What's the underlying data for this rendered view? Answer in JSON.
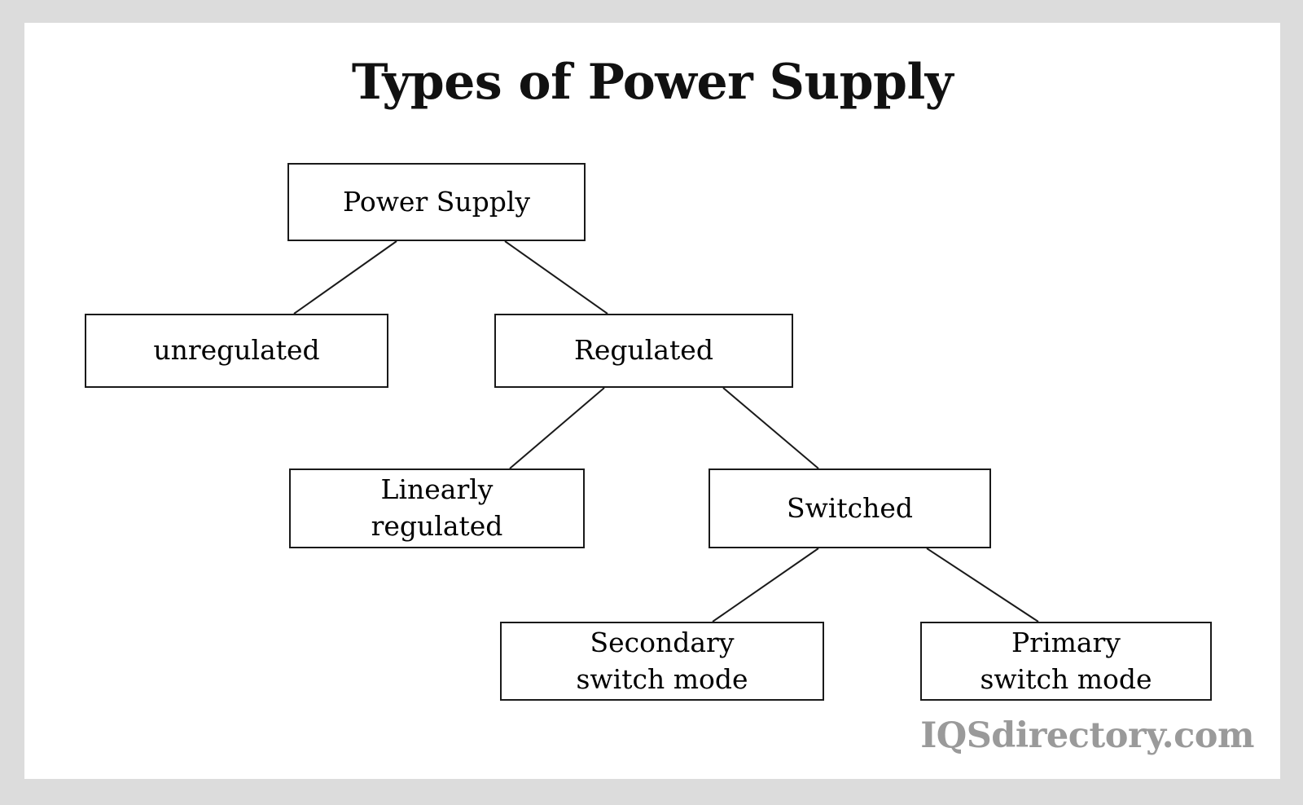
{
  "page": {
    "title": "Types of Power Supply",
    "background_color": "#ffffff",
    "frame_color": "#dcdcdc",
    "line_color": "#1a1a1a"
  },
  "watermark": {
    "text": "IQSdirectory.com",
    "color": "#9a9a9a"
  },
  "chart_data": {
    "type": "diagram",
    "title": "Types of Power Supply",
    "nodes": [
      {
        "id": "power-supply",
        "label": "Power Supply",
        "level": 0
      },
      {
        "id": "unregulated",
        "label": "unregulated",
        "level": 1
      },
      {
        "id": "regulated",
        "label": "Regulated",
        "level": 1
      },
      {
        "id": "linearly-regulated",
        "label": "Linearly\nregulated",
        "level": 2
      },
      {
        "id": "switched",
        "label": "Switched",
        "level": 2
      },
      {
        "id": "secondary-switch-mode",
        "label": "Secondary\nswitch mode",
        "level": 3
      },
      {
        "id": "primary-switch-mode",
        "label": "Primary\nswitch mode",
        "level": 3
      }
    ],
    "edges": [
      {
        "from": "power-supply",
        "to": "unregulated"
      },
      {
        "from": "power-supply",
        "to": "regulated"
      },
      {
        "from": "regulated",
        "to": "linearly-regulated"
      },
      {
        "from": "regulated",
        "to": "switched"
      },
      {
        "from": "switched",
        "to": "secondary-switch-mode"
      },
      {
        "from": "switched",
        "to": "primary-switch-mode"
      }
    ]
  },
  "nodes": {
    "power_supply": "Power Supply",
    "unregulated": "unregulated",
    "regulated": "Regulated",
    "linearly_regulated": "Linearly\nregulated",
    "switched": "Switched",
    "secondary_switch_mode": "Secondary\nswitch mode",
    "primary_switch_mode": "Primary\nswitch mode"
  }
}
